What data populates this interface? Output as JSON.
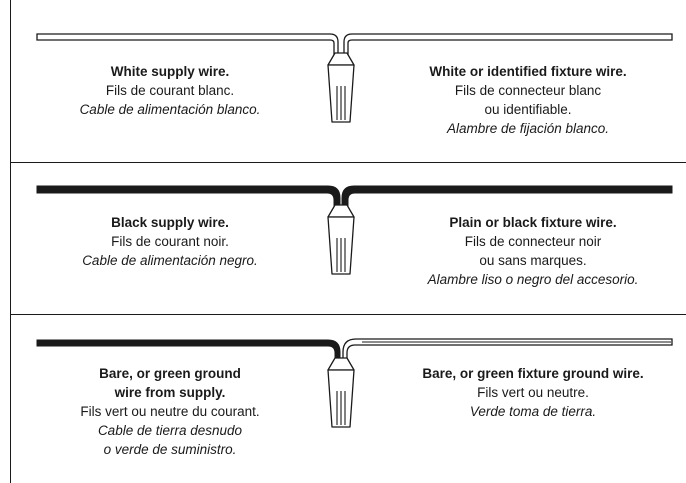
{
  "panels": [
    {
      "left": {
        "bold": [
          "White supply wire."
        ],
        "regular": [
          "Fils de courant blanc."
        ],
        "italic": [
          "Cable de alimentación blanco."
        ]
      },
      "right": {
        "bold": [
          "White or identified fixture wire."
        ],
        "regular": [
          "Fils de connecteur blanc",
          "ou identifiable."
        ],
        "italic": [
          "Alambre de fijación blanco."
        ]
      }
    },
    {
      "left": {
        "bold": [
          "Black supply wire."
        ],
        "regular": [
          "Fils de courant noir."
        ],
        "italic": [
          "Cable de alimentación negro."
        ]
      },
      "right": {
        "bold": [
          "Plain or black fixture wire."
        ],
        "regular": [
          "Fils de connecteur noir",
          "ou sans marques."
        ],
        "italic": [
          "Alambre liso o negro del accesorio."
        ]
      }
    },
    {
      "left": {
        "bold": [
          "Bare, or green ground",
          "wire from supply."
        ],
        "regular": [
          "Fils vert ou neutre du courant."
        ],
        "italic": [
          "Cable de tierra desnudo",
          "o verde de suministro."
        ]
      },
      "right": {
        "bold": [
          "Bare, or green fixture ground wire."
        ],
        "regular": [
          "Fils vert ou neutre."
        ],
        "italic": [
          "Verde toma de tierra."
        ]
      }
    }
  ],
  "colors": {
    "line": "#1a1a1a",
    "background": "#ffffff",
    "white_wire_fill": "#ffffff"
  }
}
